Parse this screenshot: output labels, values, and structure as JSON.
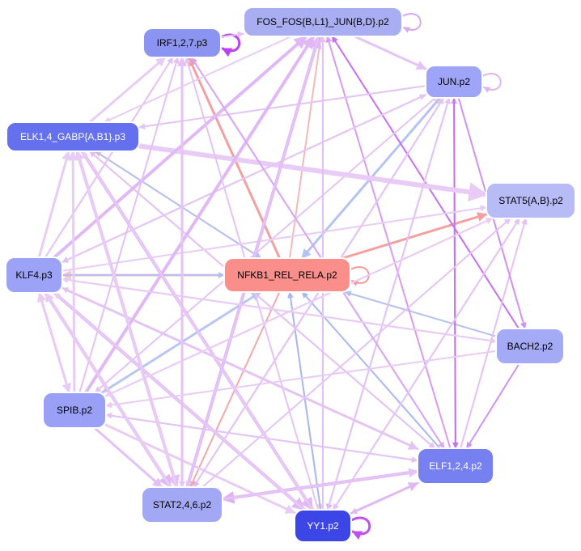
{
  "nodes": [
    {
      "id": "irf",
      "label": "IRF1,2,7.p3",
      "color": "#8c94f2",
      "text_color": "#000000"
    },
    {
      "id": "fos",
      "label": "FOS_FOS{B,L1}_JUN{B,D}.p2",
      "color": "#a9adf2",
      "text_color": "#000000"
    },
    {
      "id": "jun",
      "label": "JUN.p2",
      "color": "#9ea4f8",
      "text_color": "#000000"
    },
    {
      "id": "elk",
      "label": "ELK1,4_GABP{A,B1}.p3",
      "color": "#6470ee",
      "text_color": "#ffffff"
    },
    {
      "id": "stat5",
      "label": "STAT5{A,B}.p2",
      "color": "#b8bcf6",
      "text_color": "#000000"
    },
    {
      "id": "klf",
      "label": "KLF4.p3",
      "color": "#9ca2f6",
      "text_color": "#000000"
    },
    {
      "id": "nfkb",
      "label": "NFKB1_REL_RELA.p2",
      "color": "#f98e8a",
      "text_color": "#000000"
    },
    {
      "id": "bach",
      "label": "BACH2.p2",
      "color": "#a5aaf6",
      "text_color": "#000000"
    },
    {
      "id": "spib",
      "label": "SPIB.p2",
      "color": "#9aa0f6",
      "text_color": "#000000"
    },
    {
      "id": "elf",
      "label": "ELF1,2,4.p2",
      "color": "#7780f0",
      "text_color": "#ffffff"
    },
    {
      "id": "stat2",
      "label": "STAT2,4,6.p2",
      "color": "#a3a8f4",
      "text_color": "#000000"
    },
    {
      "id": "yy1",
      "label": "YY1.p2",
      "color": "#3c46e6",
      "text_color": "#ffffff"
    }
  ],
  "edges": [
    {
      "from": "irf",
      "to": "irf",
      "color": "#bf3ff2",
      "weight": 3
    },
    {
      "from": "fos",
      "to": "fos",
      "color": "#d8a6f2",
      "weight": 2
    },
    {
      "from": "jun",
      "to": "jun",
      "color": "#dcb4f4",
      "weight": 2
    },
    {
      "from": "nfkb",
      "to": "nfkb",
      "color": "#f59a9a",
      "weight": 2
    },
    {
      "from": "yy1",
      "to": "yy1",
      "color": "#c050ee",
      "weight": 3
    },
    {
      "from": "nfkb",
      "to": "irf",
      "color": "#f4a0a0",
      "weight": 3
    },
    {
      "from": "nfkb",
      "to": "fos",
      "color": "#f6b8b8",
      "weight": 2
    },
    {
      "from": "nfkb",
      "to": "jun",
      "color": "#f6c0c0",
      "weight": 2
    },
    {
      "from": "nfkb",
      "to": "stat5",
      "color": "#f4a0a0",
      "weight": 3
    },
    {
      "from": "nfkb",
      "to": "klf",
      "color": "#f6c4c4",
      "weight": 3
    },
    {
      "from": "nfkb",
      "to": "stat2",
      "color": "#f4a8a8",
      "weight": 2
    },
    {
      "from": "nfkb",
      "to": "elk",
      "color": "#f6c0c0",
      "weight": 2
    },
    {
      "from": "nfkb",
      "to": "spib",
      "color": "#f6c4c4",
      "weight": 2
    },
    {
      "from": "nfkb",
      "to": "yy1",
      "color": "#f6c8c8",
      "weight": 2
    },
    {
      "from": "jun",
      "to": "nfkb",
      "color": "#b4c4f2",
      "weight": 3
    },
    {
      "from": "elk",
      "to": "nfkb",
      "color": "#b6c0f0",
      "weight": 2
    },
    {
      "from": "klf",
      "to": "nfkb",
      "color": "#b4c0f0",
      "weight": 2
    },
    {
      "from": "spib",
      "to": "nfkb",
      "color": "#b8c6f2",
      "weight": 3
    },
    {
      "from": "bach",
      "to": "nfkb",
      "color": "#b4c0f0",
      "weight": 2
    },
    {
      "from": "elf",
      "to": "nfkb",
      "color": "#a8b8f0",
      "weight": 2
    },
    {
      "from": "yy1",
      "to": "nfkb",
      "color": "#a8b8f0",
      "weight": 2
    },
    {
      "from": "bach",
      "to": "fos",
      "color": "#c86ef2",
      "weight": 2
    },
    {
      "from": "elf",
      "to": "fos",
      "color": "#d89af4",
      "weight": 2
    },
    {
      "from": "elf",
      "to": "irf",
      "color": "#d896f4",
      "weight": 2
    },
    {
      "from": "elf",
      "to": "jun",
      "color": "#d8a0f4",
      "weight": 2
    },
    {
      "from": "elf",
      "to": "stat2",
      "color": "#e0b0f6",
      "weight": 4
    },
    {
      "from": "elf",
      "to": "stat5",
      "color": "#e4c0f6",
      "weight": 2
    },
    {
      "from": "elf",
      "to": "klf",
      "color": "#e4c0f6",
      "weight": 2
    },
    {
      "from": "elf",
      "to": "elk",
      "color": "#e0b8f6",
      "weight": 2
    },
    {
      "from": "elf",
      "to": "yy1",
      "color": "#e0b8f6",
      "weight": 2
    },
    {
      "from": "elf",
      "to": "spib",
      "color": "#e4c4f6",
      "weight": 2
    },
    {
      "from": "jun",
      "to": "elk",
      "color": "#e4c4f6",
      "weight": 2
    },
    {
      "from": "jun",
      "to": "klf",
      "color": "#e0bcf6",
      "weight": 2
    },
    {
      "from": "jun",
      "to": "spib",
      "color": "#e4c4f6",
      "weight": 2
    },
    {
      "from": "jun",
      "to": "stat2",
      "color": "#d8a8f4",
      "weight": 2
    },
    {
      "from": "jun",
      "to": "yy1",
      "color": "#d8a8f4",
      "weight": 2
    },
    {
      "from": "jun",
      "to": "elf",
      "color": "#c86ef2",
      "weight": 2
    },
    {
      "from": "jun",
      "to": "bach",
      "color": "#d090f4",
      "weight": 2
    },
    {
      "from": "fos",
      "to": "jun",
      "color": "#e4c4f6",
      "weight": 3
    },
    {
      "from": "irf",
      "to": "fos",
      "color": "#e4c4f6",
      "weight": 2
    },
    {
      "from": "elk",
      "to": "irf",
      "color": "#e8ccf6",
      "weight": 3
    },
    {
      "from": "elk",
      "to": "stat5",
      "color": "#e8ccf6",
      "weight": 6
    },
    {
      "from": "elk",
      "to": "yy1",
      "color": "#e0b8f6",
      "weight": 4
    },
    {
      "from": "elk",
      "to": "stat2",
      "color": "#e4c0f6",
      "weight": 4
    },
    {
      "from": "elk",
      "to": "elf",
      "color": "#e4c4f6",
      "weight": 2
    },
    {
      "from": "klf",
      "to": "irf",
      "color": "#e4c0f6",
      "weight": 2
    },
    {
      "from": "klf",
      "to": "fos",
      "color": "#e0b8f6",
      "weight": 4
    },
    {
      "from": "klf",
      "to": "jun",
      "color": "#e4c4f6",
      "weight": 2
    },
    {
      "from": "klf",
      "to": "elk",
      "color": "#e8ccf6",
      "weight": 3
    },
    {
      "from": "klf",
      "to": "stat5",
      "color": "#e8ccf6",
      "weight": 2
    },
    {
      "from": "klf",
      "to": "bach",
      "color": "#e4c0f6",
      "weight": 2
    },
    {
      "from": "klf",
      "to": "elf",
      "color": "#e4c4f6",
      "weight": 3
    },
    {
      "from": "klf",
      "to": "stat2",
      "color": "#e0b8f6",
      "weight": 4
    },
    {
      "from": "klf",
      "to": "yy1",
      "color": "#e0b8f6",
      "weight": 4
    },
    {
      "from": "klf",
      "to": "spib",
      "color": "#e8ccf6",
      "weight": 3
    },
    {
      "from": "spib",
      "to": "fos",
      "color": "#e0b8f6",
      "weight": 4
    },
    {
      "from": "spib",
      "to": "irf",
      "color": "#e4c0f6",
      "weight": 2
    },
    {
      "from": "spib",
      "to": "elk",
      "color": "#e8ccf6",
      "weight": 3
    },
    {
      "from": "spib",
      "to": "stat5",
      "color": "#e4c4f6",
      "weight": 2
    },
    {
      "from": "spib",
      "to": "elf",
      "color": "#e4c4f6",
      "weight": 2
    },
    {
      "from": "spib",
      "to": "yy1",
      "color": "#e8ccf6",
      "weight": 3
    },
    {
      "from": "spib",
      "to": "stat2",
      "color": "#e4c0f6",
      "weight": 3
    },
    {
      "from": "spib",
      "to": "klf",
      "color": "#e8ccf6",
      "weight": 3
    },
    {
      "from": "stat2",
      "to": "fos",
      "color": "#e0b8f6",
      "weight": 4
    },
    {
      "from": "stat2",
      "to": "irf",
      "color": "#e4c0f6",
      "weight": 3
    },
    {
      "from": "stat2",
      "to": "stat5",
      "color": "#e4c4f6",
      "weight": 2
    },
    {
      "from": "stat2",
      "to": "elk",
      "color": "#e8ccf6",
      "weight": 3
    },
    {
      "from": "stat2",
      "to": "klf",
      "color": "#e8ccf6",
      "weight": 3
    },
    {
      "from": "stat2",
      "to": "jun",
      "color": "#e4c4f6",
      "weight": 2
    },
    {
      "from": "stat2",
      "to": "elf",
      "color": "#e4c4f6",
      "weight": 3
    },
    {
      "from": "yy1",
      "to": "fos",
      "color": "#e4c0f6",
      "weight": 2
    },
    {
      "from": "yy1",
      "to": "irf",
      "color": "#e4c4f6",
      "weight": 2
    },
    {
      "from": "yy1",
      "to": "jun",
      "color": "#e4c4f6",
      "weight": 2
    },
    {
      "from": "yy1",
      "to": "stat5",
      "color": "#e4c4f6",
      "weight": 2
    },
    {
      "from": "yy1",
      "to": "elf",
      "color": "#e0b8f6",
      "weight": 3
    },
    {
      "from": "yy1",
      "to": "klf",
      "color": "#e8ccf6",
      "weight": 2
    },
    {
      "from": "yy1",
      "to": "elk",
      "color": "#e8ccf6",
      "weight": 2
    },
    {
      "from": "irf",
      "to": "elf",
      "color": "#d8a8f4",
      "weight": 2
    },
    {
      "from": "irf",
      "to": "stat2",
      "color": "#e4c4f6",
      "weight": 2
    },
    {
      "from": "fos",
      "to": "stat2",
      "color": "#e4c4f6",
      "weight": 2
    },
    {
      "from": "fos",
      "to": "elk",
      "color": "#e8ccf6",
      "weight": 2
    },
    {
      "from": "stat5",
      "to": "yy1",
      "color": "#e4c4f6",
      "weight": 2
    },
    {
      "from": "stat5",
      "to": "spib",
      "color": "#e8ccf6",
      "weight": 2
    },
    {
      "from": "bach",
      "to": "elf",
      "color": "#d090f4",
      "weight": 2
    },
    {
      "from": "bach",
      "to": "klf",
      "color": "#e8ccf6",
      "weight": 2
    },
    {
      "from": "bach",
      "to": "spib",
      "color": "#e8ccf6",
      "weight": 2
    }
  ]
}
